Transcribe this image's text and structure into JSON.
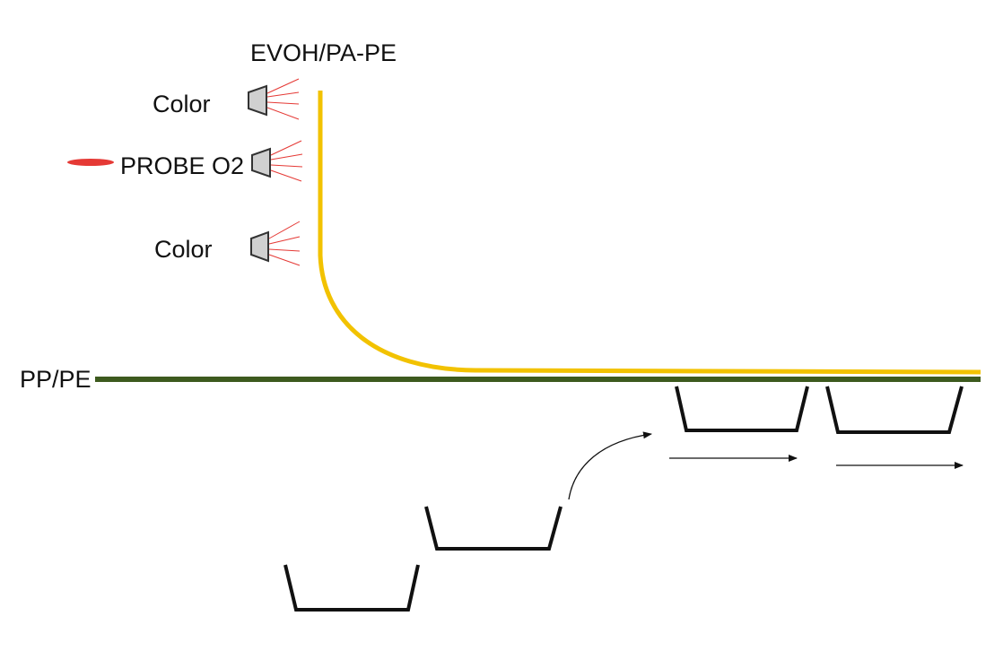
{
  "labels": {
    "top_film": "EVOH/PA-PE",
    "bottom_film": "PP/PE",
    "sensor_top": "Color",
    "sensor_mid": "PROBE O2",
    "sensor_bottom": "Color"
  },
  "colors": {
    "top_film": "#f2c200",
    "bottom_film": "#3d5a1e",
    "beam": "#e53935",
    "probe_marker": "#e53935",
    "sensor_fill": "#d0d0d0",
    "tray": "#111111"
  },
  "icons": {
    "sensor": "sensor-head-icon",
    "probe": "probe-marker-icon",
    "tray": "tray-icon",
    "arrow": "arrow-icon"
  }
}
